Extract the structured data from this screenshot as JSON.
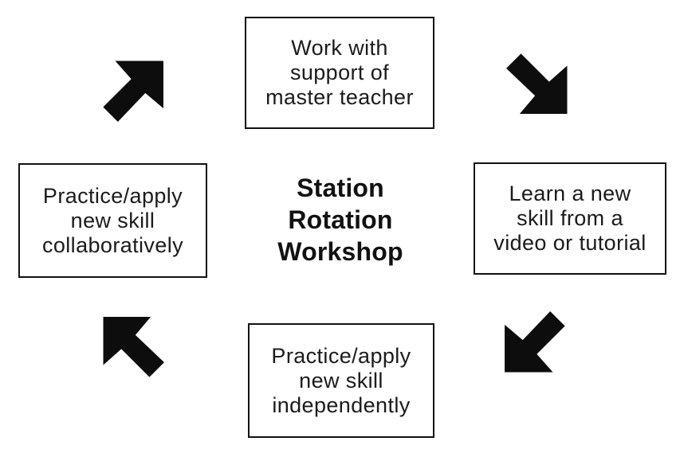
{
  "title": {
    "text": "Station\nRotation\nWorkshop"
  },
  "boxes": {
    "top": {
      "text": "Work with\nsupport of\nmaster teacher"
    },
    "right": {
      "text": "Learn a new\nskill from a\nvideo or tutorial"
    },
    "bottom": {
      "text": "Practice/apply\nnew skill\nindependently"
    },
    "left": {
      "text": "Practice/apply\nnew skill\ncollaboratively"
    }
  },
  "arrows": [
    {
      "icon": "arrow-up-right-icon",
      "direction": "north-east",
      "from": "left box",
      "to": "top box"
    },
    {
      "icon": "arrow-down-right-icon",
      "direction": "south-east",
      "from": "top box",
      "to": "right box"
    },
    {
      "icon": "arrow-down-left-icon",
      "direction": "south-west",
      "from": "right box",
      "to": "bottom box"
    },
    {
      "icon": "arrow-up-left-icon",
      "direction": "north-west",
      "from": "bottom box",
      "to": "left box"
    }
  ],
  "colors": {
    "ink": "#111111",
    "background": "#ffffff"
  }
}
